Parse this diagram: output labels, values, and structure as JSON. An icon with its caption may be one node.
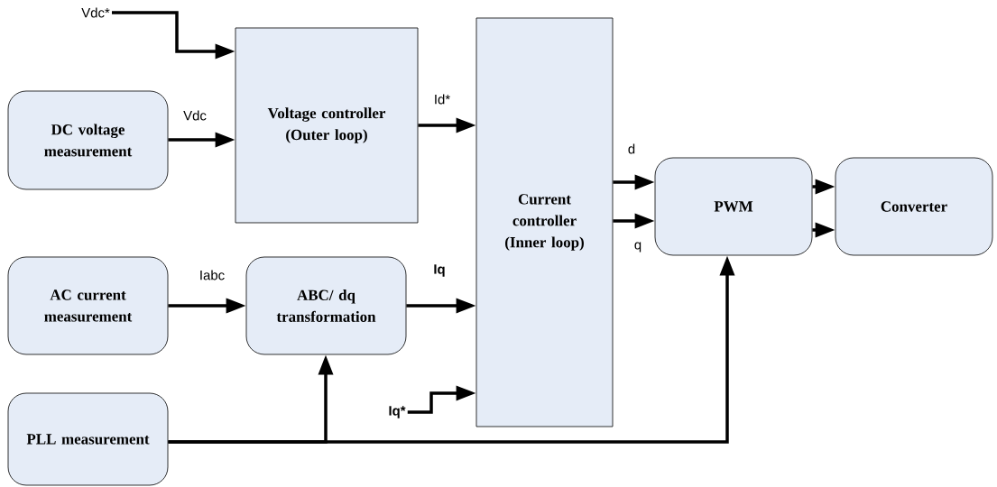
{
  "diagram": {
    "nodes": [
      {
        "text": [
          "DC voltage measurement"
        ]
      },
      {
        "text": [
          "Voltage controller (Outer loop)"
        ]
      },
      {
        "text": [
          "Current controller (Inner loop)"
        ]
      },
      {
        "text": [
          "PWM"
        ]
      },
      {
        "text": [
          "Converter"
        ]
      },
      {
        "text": [
          "AC current measurement"
        ]
      },
      {
        "text": [
          "ABC/ dq transformation"
        ]
      },
      {
        "text": [
          "PLL measurement"
        ]
      },
      {
        "text": [
          "Vdc*"
        ]
      },
      {
        "text": [
          "Iq*"
        ]
      }
    ],
    "edges": [
      {
        "from": 8,
        "to": 1,
        "arrow": "to"
      },
      {
        "from": 0,
        "to": 1,
        "arrow": "to",
        "label": "Vdc"
      },
      {
        "from": 1,
        "to": 2,
        "arrow": "to",
        "label": "Id*"
      },
      {
        "from": 2,
        "to": 3,
        "arrow": "to",
        "label": "d"
      },
      {
        "from": 2,
        "to": 3,
        "arrow": "to",
        "label": "q"
      },
      {
        "from": 3,
        "to": 4,
        "arrow": "to"
      },
      {
        "from": 3,
        "to": 4,
        "arrow": "to"
      },
      {
        "from": 5,
        "to": 6,
        "arrow": "to",
        "label": "Iabc"
      },
      {
        "from": 6,
        "to": 2,
        "arrow": "to",
        "label": "Iq"
      },
      {
        "from": 9,
        "to": 2,
        "arrow": "to"
      },
      {
        "from": 7,
        "to": 6,
        "arrow": "to"
      },
      {
        "from": 7,
        "to": 3,
        "arrow": "to"
      }
    ]
  }
}
